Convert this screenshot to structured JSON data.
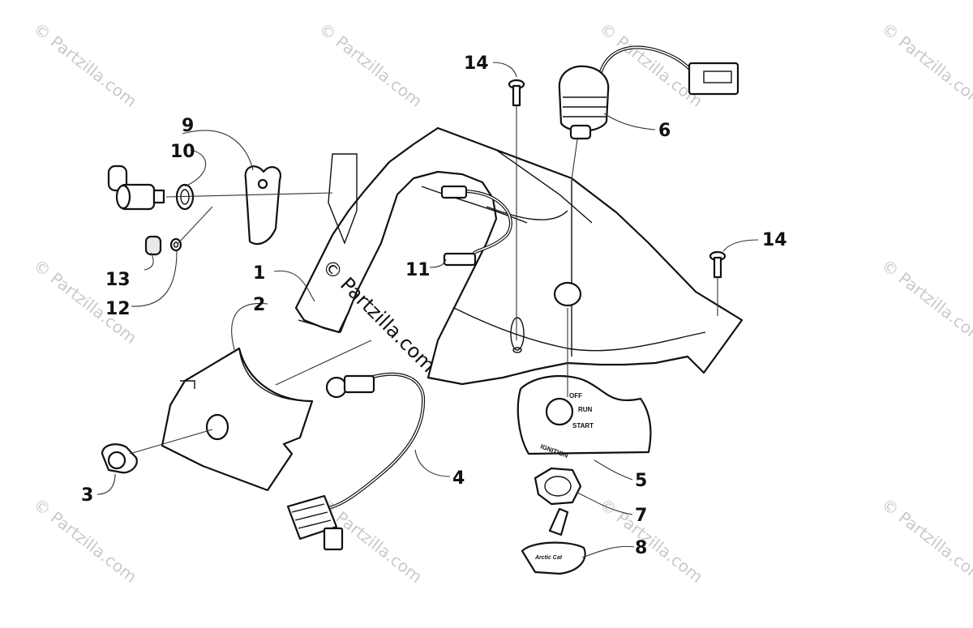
{
  "watermarks": {
    "tile_text": "© Partzilla.com",
    "center_text": "© Partzilla.com"
  },
  "callouts": [
    {
      "id": "1",
      "label": "1"
    },
    {
      "id": "2",
      "label": "2"
    },
    {
      "id": "3",
      "label": "3"
    },
    {
      "id": "4",
      "label": "4"
    },
    {
      "id": "5",
      "label": "5"
    },
    {
      "id": "6",
      "label": "6"
    },
    {
      "id": "7",
      "label": "7"
    },
    {
      "id": "8",
      "label": "8"
    },
    {
      "id": "9",
      "label": "9"
    },
    {
      "id": "10",
      "label": "10"
    },
    {
      "id": "11",
      "label": "11"
    },
    {
      "id": "12",
      "label": "12"
    },
    {
      "id": "13",
      "label": "13"
    },
    {
      "id": "14a",
      "label": "14"
    },
    {
      "id": "14b",
      "label": "14"
    }
  ],
  "ignition_plate": {
    "off": "OFF",
    "run": "RUN",
    "start": "START",
    "ignition": "IGNITION"
  },
  "key_badge": "Arctic Cat"
}
